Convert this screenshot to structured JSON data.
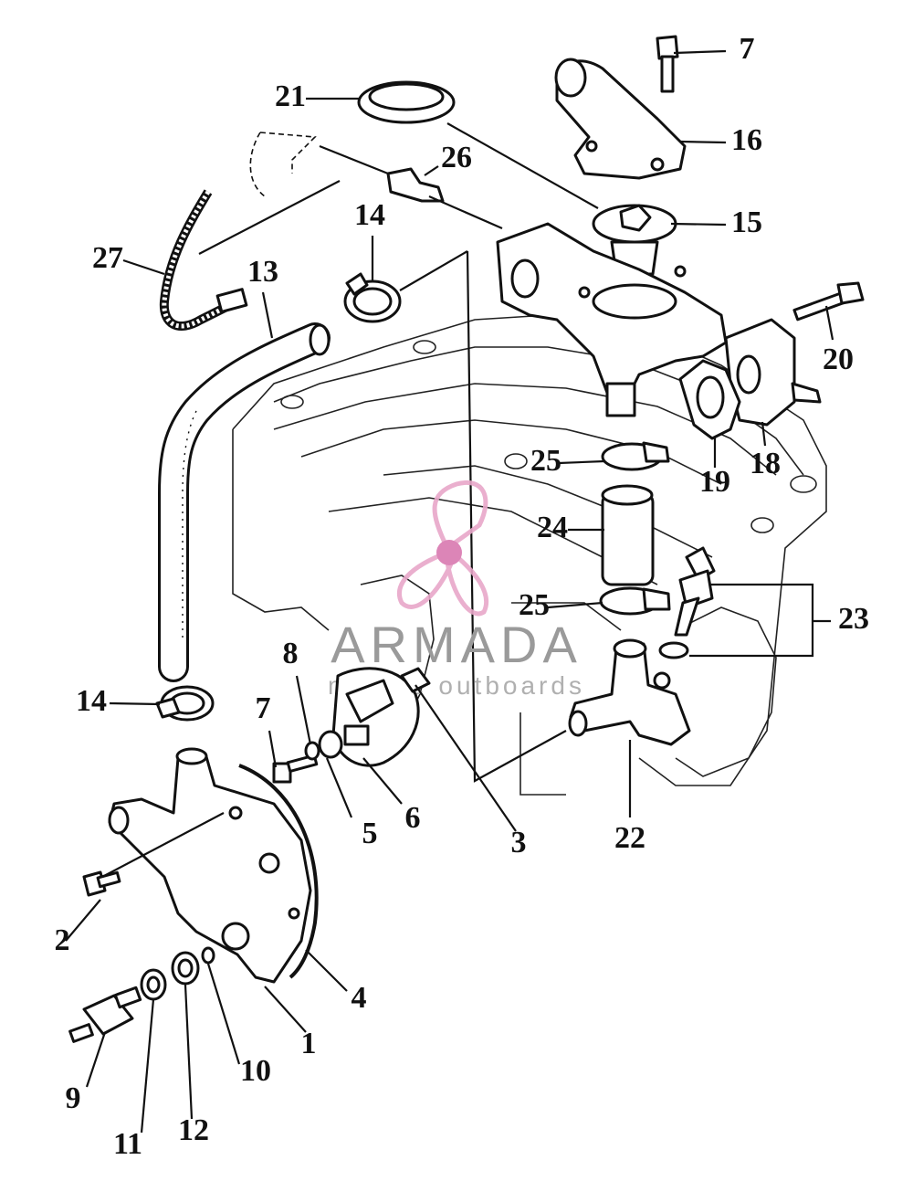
{
  "watermark": {
    "title": "ARMADA",
    "subtitle": "marine outboards",
    "logo_icon": "propeller-logo-icon",
    "logo_color": "#e8a7c9",
    "logo_hub_color": "#d978b0"
  },
  "callouts": {
    "c1": "1",
    "c2": "2",
    "c3": "3",
    "c4": "4",
    "c5": "5",
    "c6": "6",
    "c7a": "7",
    "c7b": "7",
    "c8": "8",
    "c9": "9",
    "c10": "10",
    "c11": "11",
    "c12": "12",
    "c13": "13",
    "c14a": "14",
    "c14b": "14",
    "c15": "15",
    "c16": "16",
    "c18": "18",
    "c19": "19",
    "c20": "20",
    "c21": "21",
    "c22": "22",
    "c23": "23",
    "c24": "24",
    "c25a": "25",
    "c25b": "25",
    "c26": "26",
    "c27": "27"
  },
  "colors": {
    "line": "#111111"
  }
}
